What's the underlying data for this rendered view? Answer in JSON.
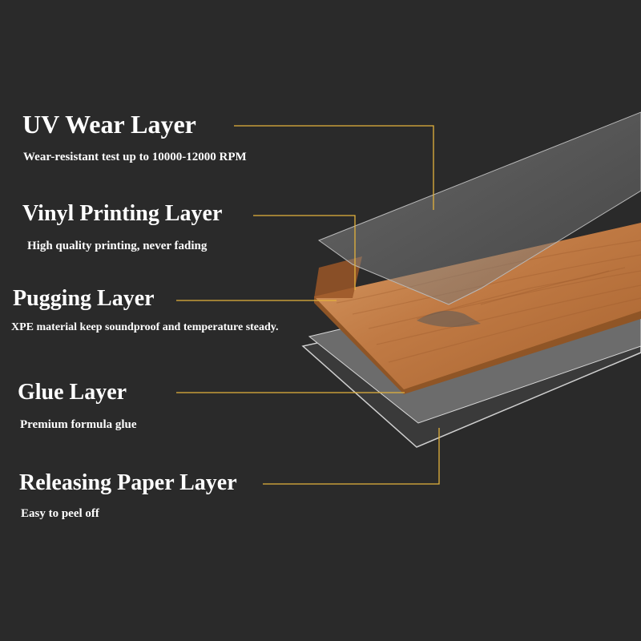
{
  "colors": {
    "background": "#2a2a2a",
    "leader_line": "#e3b23c",
    "text": "#ffffff",
    "wood_light": "#c88a55",
    "wood_dark": "#8f5526",
    "film_gray": "#8a8a8a"
  },
  "layers": [
    {
      "title": "UV Wear Layer",
      "description": "Wear-resistant test up to 10000-12000 RPM"
    },
    {
      "title": "Vinyl Printing Layer",
      "description": "High quality printing, never fading"
    },
    {
      "title": "Pugging Layer",
      "description": "XPE material keep soundproof and temperature steady."
    },
    {
      "title": "Glue Layer",
      "description": "Premium formula glue"
    },
    {
      "title": "Releasing Paper Layer",
      "description": "Easy to peel off"
    }
  ]
}
